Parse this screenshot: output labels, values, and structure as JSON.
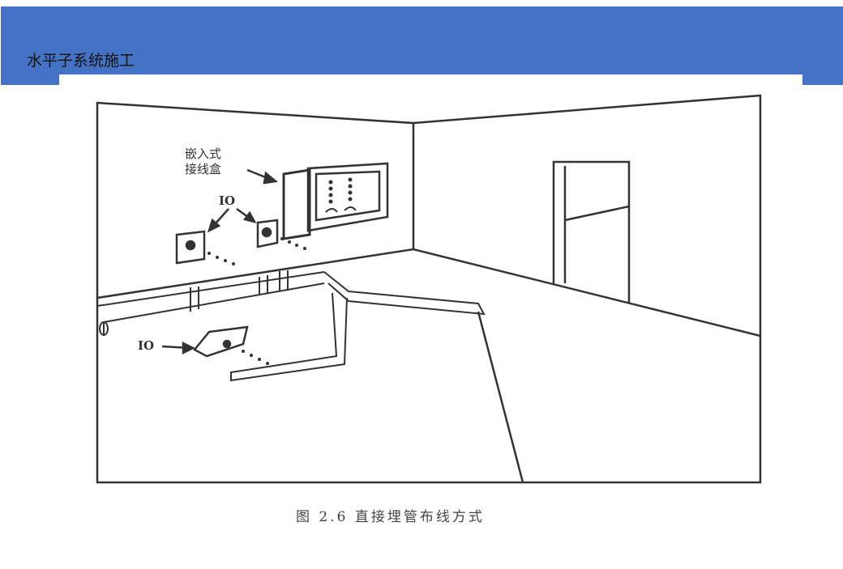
{
  "slide": {
    "title": "水平子系统施工"
  },
  "figure": {
    "label_box": [
      "嵌入式",
      "接线盒"
    ],
    "label_io": "IO",
    "caption": "图 2.6   直接埋管布线方式"
  },
  "colors": {
    "header": "#4472c4"
  }
}
